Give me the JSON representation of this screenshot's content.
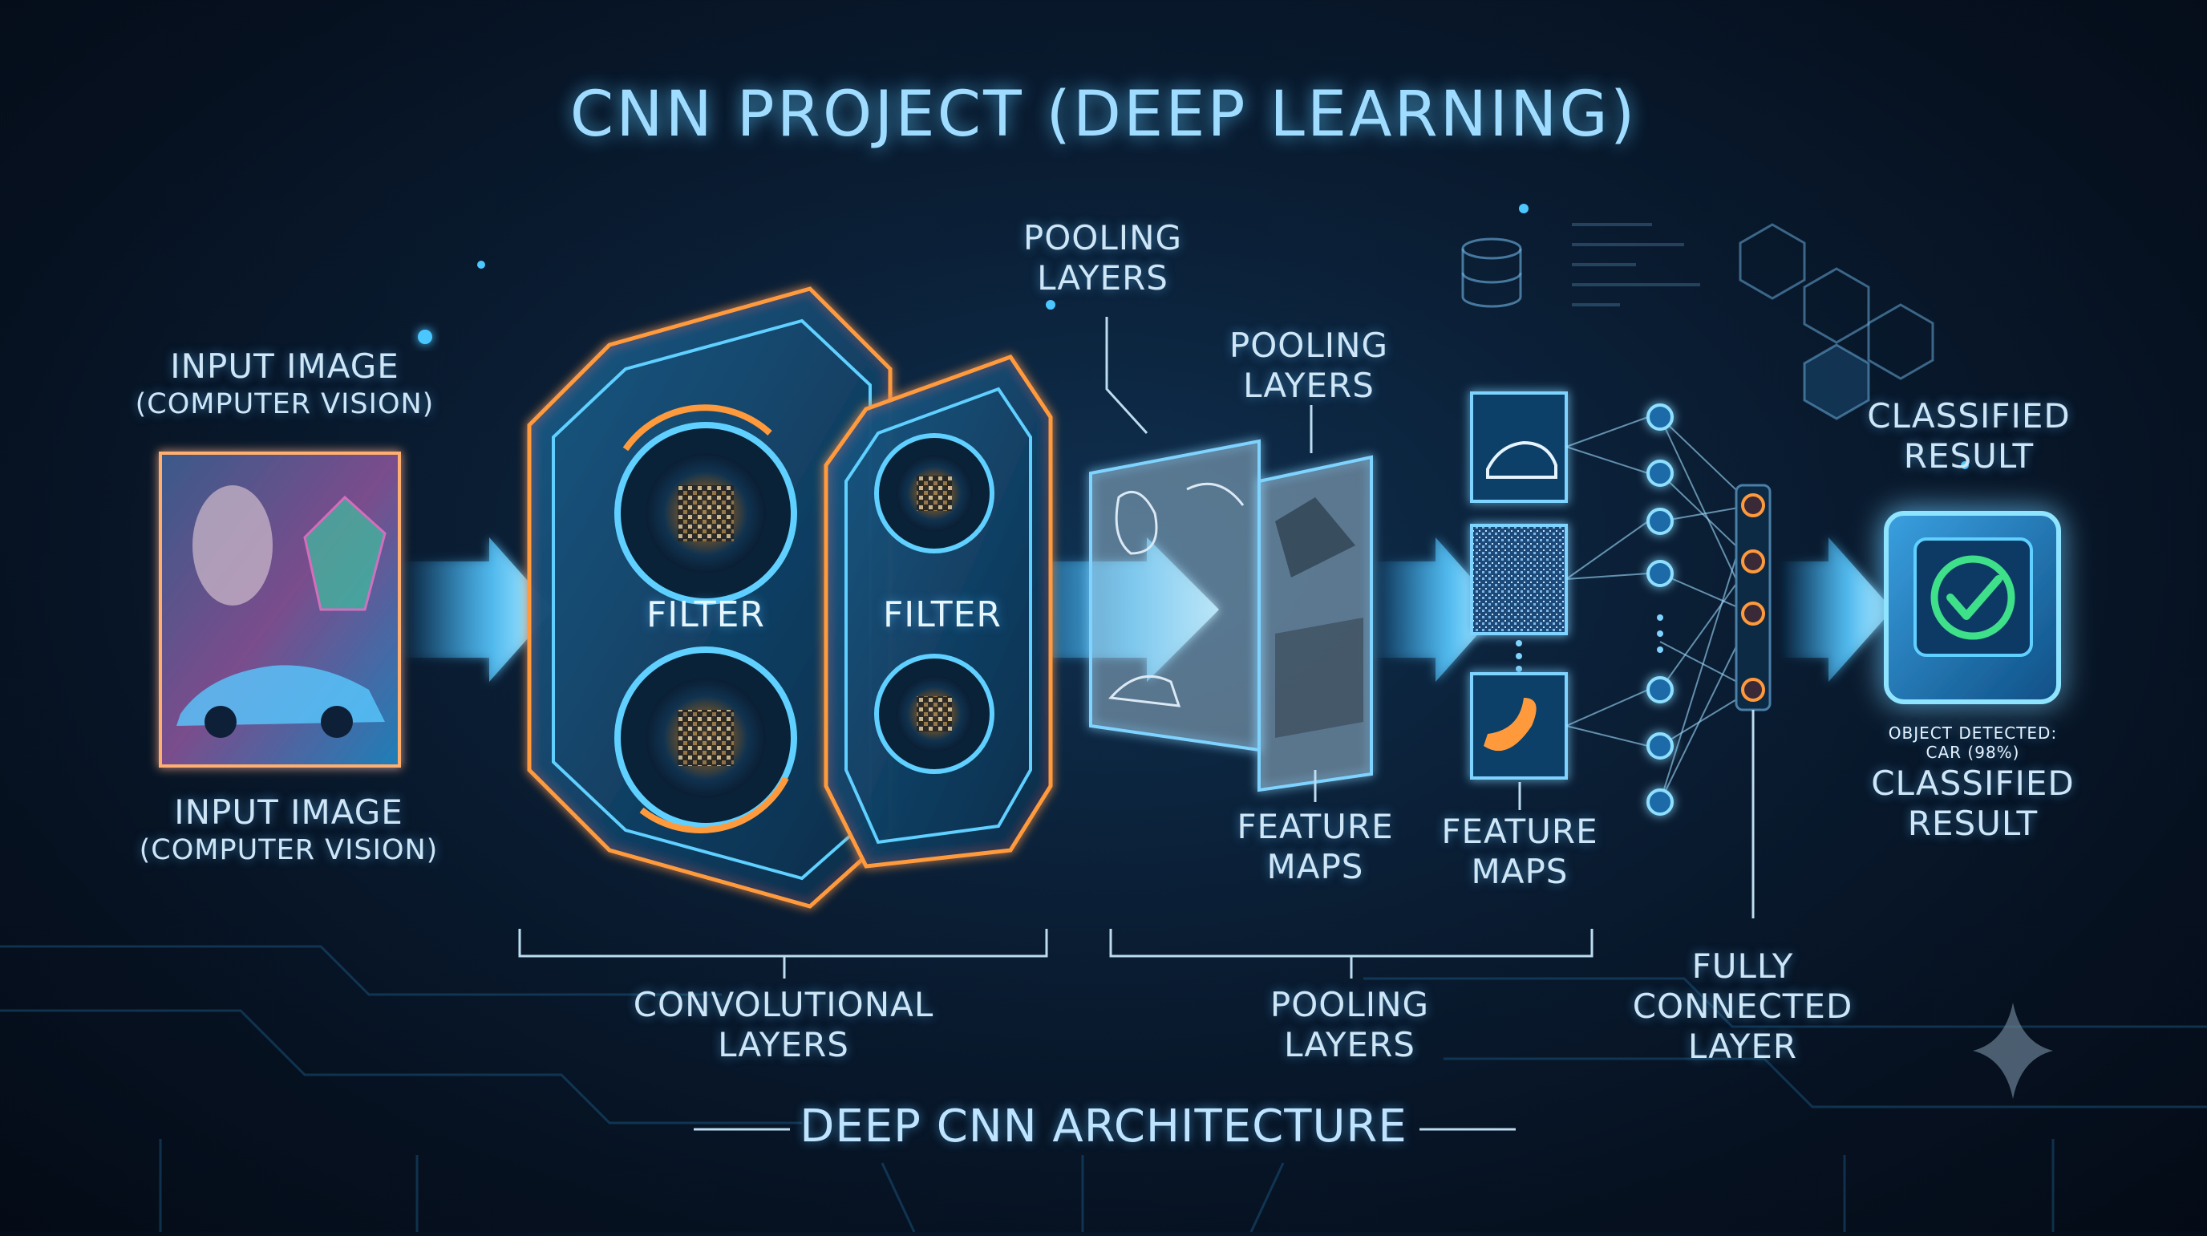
{
  "title": "CNN PROJECT (DEEP LEARNING)",
  "input": {
    "label_top": [
      "INPUT IMAGE",
      "(COMPUTER VISION)"
    ],
    "label_bottom": [
      "INPUT IMAGE",
      "(COMPUTER VISION)"
    ]
  },
  "filters": [
    "FILTER",
    "FILTER"
  ],
  "pooling_top_1": [
    "POOLING",
    "LAYERS"
  ],
  "pooling_top_2": [
    "POOLING",
    "LAYERS"
  ],
  "feature_maps_1": [
    "FEATURE",
    "MAPS"
  ],
  "feature_maps_2": [
    "FEATURE",
    "MAPS"
  ],
  "convolutional_layers": [
    "CONVOLUTIONAL",
    "LAYERS"
  ],
  "pooling_bottom": [
    "POOLING",
    "LAYERS"
  ],
  "fully_connected": [
    "FULLY",
    "CONNECTED",
    "LAYER"
  ],
  "classified_top": [
    "CLASSIFIED",
    "RESULT"
  ],
  "object_detected": [
    "OBJECT DETECTED:",
    "CAR (98%)"
  ],
  "classified_bottom": [
    "CLASSIFIED",
    "RESULT"
  ],
  "footer": "DEEP CNN ARCHITECTURE",
  "colors": {
    "glow": "#5fd0ff",
    "accent_orange": "#ff9a3c",
    "check": "#3fe08a",
    "background": "#061120"
  },
  "icons": [
    "car-icon",
    "noise-texture-icon",
    "shape-blob-icon",
    "check-icon",
    "database-icon",
    "hexagon-icon",
    "sparkle-icon"
  ]
}
